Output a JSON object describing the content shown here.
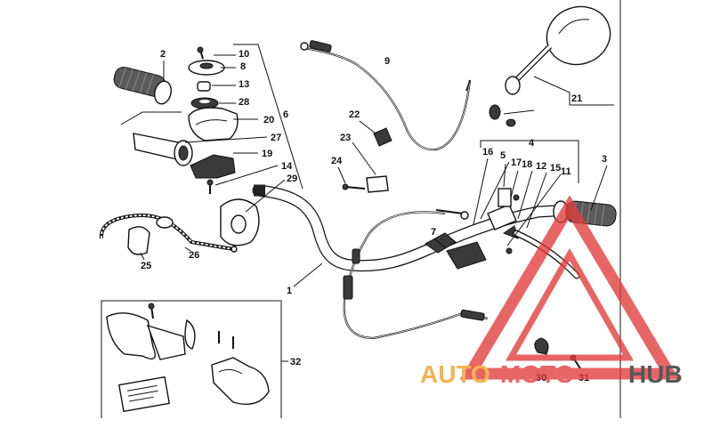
{
  "diagram": {
    "callouts": [
      "1",
      "2",
      "3",
      "4",
      "5",
      "6",
      "7",
      "8",
      "9",
      "10",
      "11",
      "12",
      "13",
      "14",
      "15",
      "16",
      "17",
      "18",
      "19",
      "20",
      "21",
      "22",
      "23",
      "24",
      "25",
      "26",
      "27",
      "28",
      "29",
      "30",
      "31",
      "32"
    ]
  },
  "watermark": {
    "part1": "AUTO",
    "part2": "MOTO",
    "part3": "HUB",
    "colors": {
      "red": "#e23a3a",
      "orange": "#f0a020",
      "dark": "#2a2a2a"
    }
  }
}
